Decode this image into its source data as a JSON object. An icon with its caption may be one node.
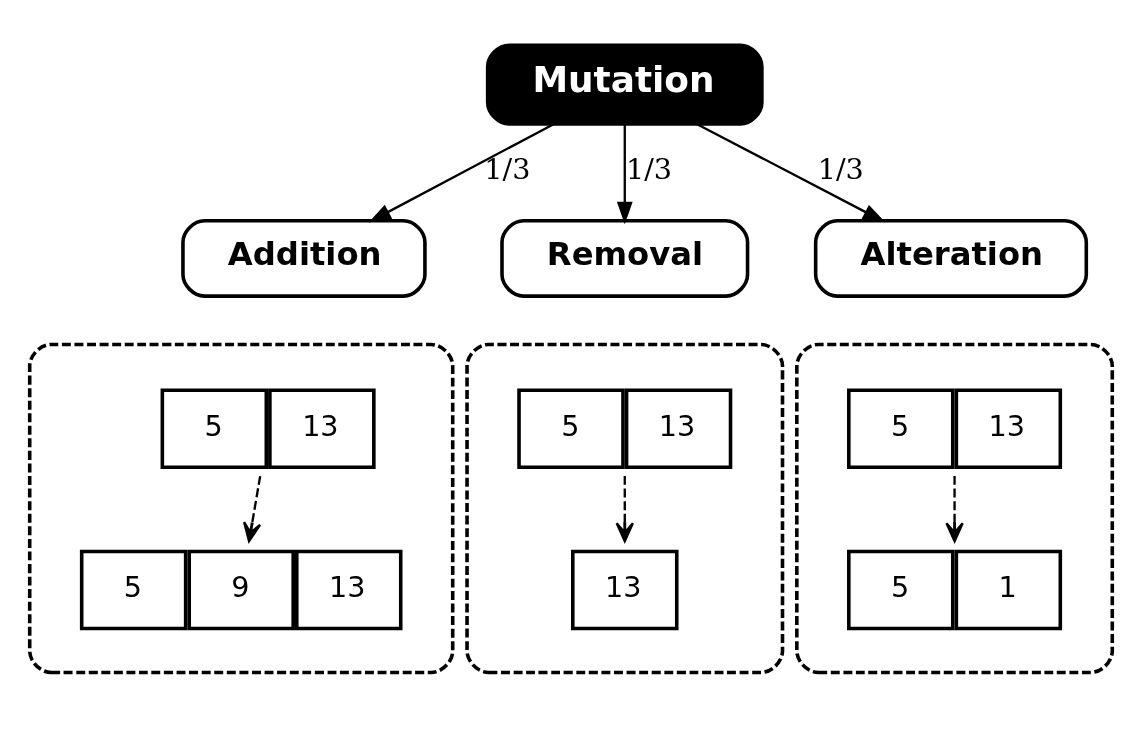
{
  "diagram": {
    "nodes": [
      {
        "text": [
          "Mutation"
        ]
      },
      {
        "text": [
          "Addition"
        ]
      },
      {
        "text": [],
        "shape": "box"
      },
      {
        "text": [
          "5",
          "13"
        ],
        "in": 2
      },
      {
        "text": [
          "5",
          "9",
          "13"
        ],
        "in": 2
      },
      {
        "text": [
          "Removal"
        ]
      },
      {
        "text": [],
        "shape": "box"
      },
      {
        "text": [
          "5",
          "13"
        ],
        "in": 6
      },
      {
        "text": [
          "13"
        ],
        "in": 6
      },
      {
        "text": [
          "Alteration"
        ]
      },
      {
        "text": [],
        "shape": "box"
      },
      {
        "text": [
          "5",
          "13"
        ],
        "in": 10
      },
      {
        "text": [
          "5",
          "1"
        ],
        "in": 10
      }
    ],
    "edges": [
      {
        "from": 0,
        "to": 1,
        "arrow": "to",
        "label": "1/3"
      },
      {
        "from": 0,
        "to": 5,
        "arrow": "to",
        "label": "1/3"
      },
      {
        "from": 0,
        "to": 9,
        "arrow": "to",
        "label": "1/3"
      },
      {
        "from": 3,
        "to": 4,
        "arrow": "to",
        "style": "dashed"
      },
      {
        "from": 7,
        "to": 8,
        "arrow": "to",
        "style": "dashed"
      },
      {
        "from": 11,
        "to": 12,
        "arrow": "to",
        "style": "dashed"
      }
    ]
  }
}
